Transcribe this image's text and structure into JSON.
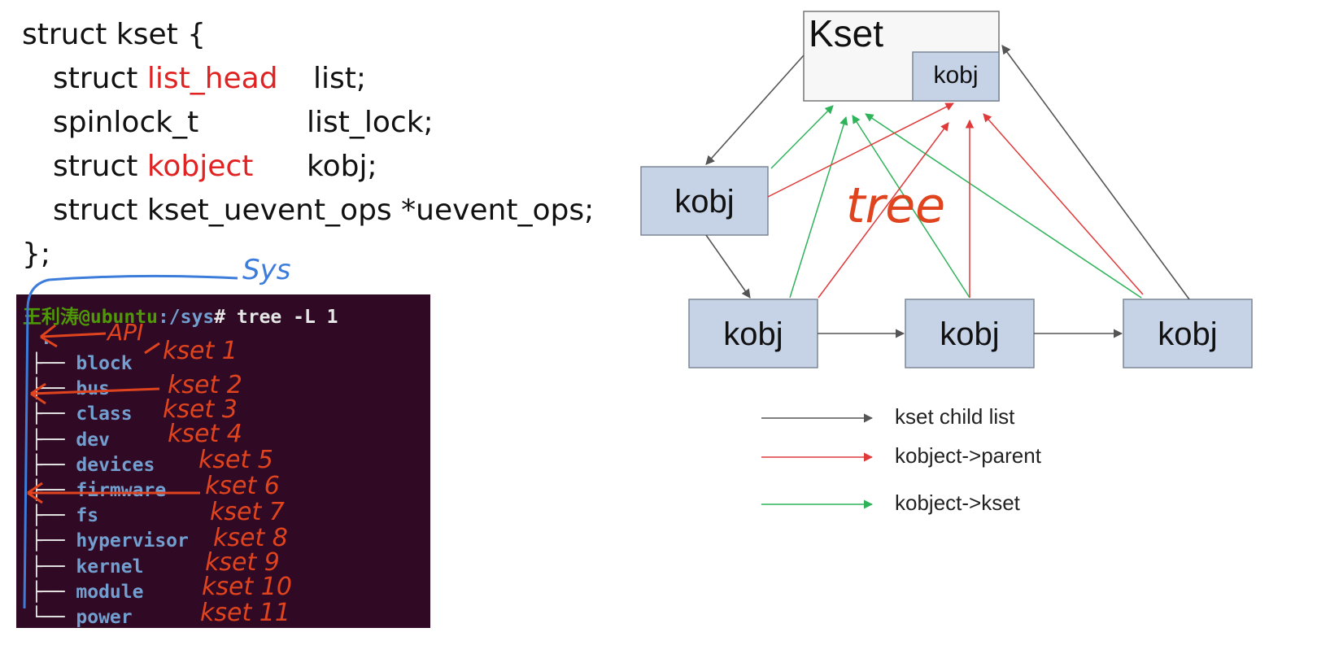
{
  "code": {
    "l1": "struct kset {",
    "l2_kw": "struct ",
    "l2_type": "list_head",
    "l2_field": "list;",
    "l3_type": "spinlock_t",
    "l3_field": "list_lock;",
    "l4_kw": "struct ",
    "l4_type": "kobject",
    "l4_field": "kobj;",
    "l5": "struct kset_uevent_ops *uevent_ops;",
    "l6": "};"
  },
  "terminal": {
    "prompt_user": "王利涛@ubuntu",
    "prompt_path": ":/sys",
    "prompt_cmd": "# tree -L 1",
    "root": ".",
    "branch": "├── ",
    "last_branch": "└── ",
    "entries": [
      "block",
      "bus",
      "class",
      "dev",
      "devices",
      "firmware",
      "fs",
      "hypervisor",
      "kernel",
      "module",
      "power"
    ]
  },
  "annotations": {
    "sys": "Sys",
    "api": "API",
    "ksets": [
      "kset 1",
      "kset 2",
      "kset 3",
      "kset 4",
      "kset 5",
      "kset 6",
      "kset 7",
      "kset 8",
      "kset 9",
      "kset 10",
      "kset 11"
    ],
    "tree": "tree"
  },
  "diagram": {
    "kset_label": "Kset",
    "kobj_label": "kobj",
    "legend": [
      {
        "label": "kset child list",
        "color": "#555555"
      },
      {
        "label": "kobject->parent",
        "color": "#e03a3a"
      },
      {
        "label": "kobject->kset",
        "color": "#2fb35a"
      }
    ]
  },
  "colors": {
    "box_fill": "#c6d2e6",
    "box_stroke": "#7b8796",
    "kset_fill": "#f7f7f7",
    "terminal_bg": "#300a24",
    "annotation_red": "#e0441e",
    "annotation_blue": "#3c7ddc"
  }
}
